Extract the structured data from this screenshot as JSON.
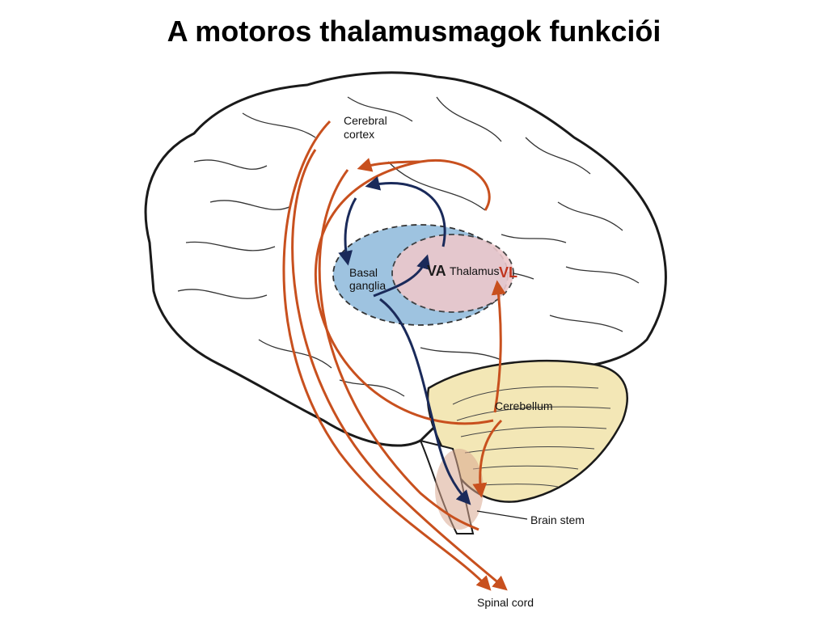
{
  "title": "A motoros thalamusmagok funkciói",
  "labels": {
    "cortex_line1": "Cerebral",
    "cortex_line2": "cortex",
    "basal_line1": "Basal",
    "basal_line2": "ganglia",
    "va": "VA",
    "thalamus": "Thalamus",
    "vl": "VL",
    "cerebellum": "Cerebellum",
    "brain_stem": "Brain stem",
    "spinal_cord": "Spinal cord"
  },
  "colors": {
    "orange_pathway": "#c8501e",
    "navy_pathway": "#1a2a5a",
    "basal_fill": "#9ec3e0",
    "thalamus_fill": "#ecc8cc",
    "cerebellum_fill": "#f3e7b6",
    "vl_text": "#c0341d"
  }
}
